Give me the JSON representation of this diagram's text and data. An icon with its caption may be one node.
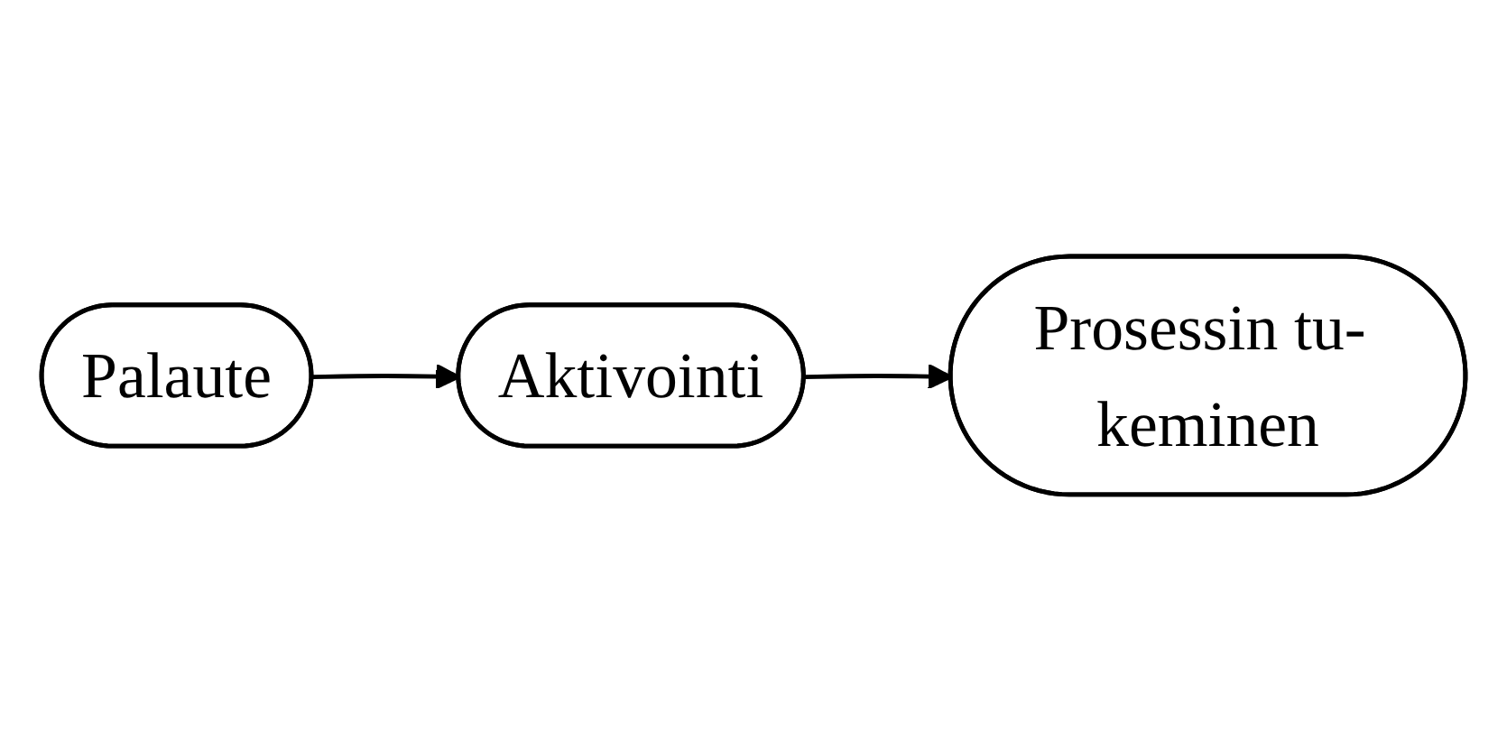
{
  "diagram": {
    "nodes": [
      {
        "text": [
          "Aktivointi"
        ]
      },
      {
        "text": [
          "Prosessin tu- keminen"
        ]
      },
      {
        "text": [
          "Palaute"
        ]
      }
    ],
    "edges": [
      {
        "from": 0,
        "to": 1,
        "arrow": "to"
      },
      {
        "from": 2,
        "to": 0,
        "arrow": "to"
      }
    ]
  }
}
